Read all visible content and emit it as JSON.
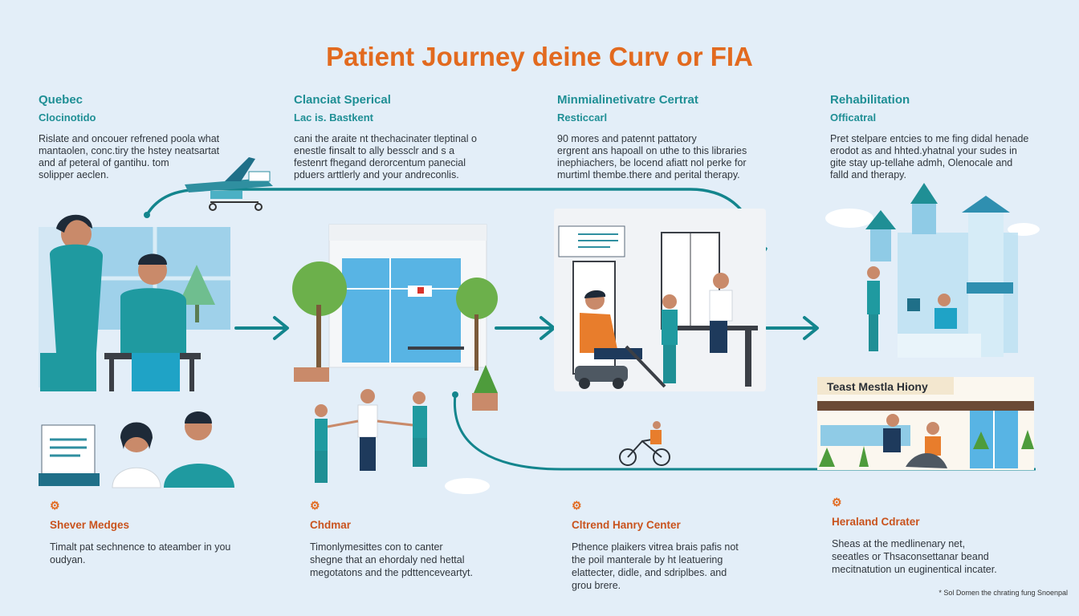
{
  "title": "Patient Journey deine Curv or FIA",
  "stages": [
    {
      "title": "Quebec",
      "subtitle": "Clocinotido",
      "description": "Rislate and oncouer refrened poola what\nmantaolen, conc.tiry the hstey neatsartat\nand af peteral of gantihu. tom\nsolipper aeclen."
    },
    {
      "title": "Clanciat Sperical",
      "subtitle": "Lac is. Bastkent",
      "description": "cani the araite nt thechacinater tleptinal o\nenestle finsalt to ally bessclr and s a\nfestenrt fhegand derorcentum panecial\npduers arttlerly and your andreconlis."
    },
    {
      "title": "Minmialinetivatre Certrat",
      "subtitle": "Resticcarl",
      "description": "90 mores and patennt pattatory\nergrent ans hapoall on uthe to this libraries\ninephiachers, be locend afiatt nol perke for\nmurtiml thembe.there and perital therapy."
    },
    {
      "title": "Rehabilitation",
      "subtitle": "Officatral",
      "description": "Pret stelpare entcies to me fing didal henade\nerodot as and hhted.yhatnal your sudes in\ngite stay up-tellahe admh, Olenocale and\nfalld and therapy."
    }
  ],
  "bottom": [
    {
      "title": "Shever Medges",
      "description": "Timalt pat sechnence to ateamber in you\noudyan."
    },
    {
      "title": "Chdmar",
      "description": "Timonlymesittes con to canter\nshegne that an ehordaly ned hettal\nmegotatons and the pdttenceveartyt."
    },
    {
      "title": "Cltrend Hanry Center",
      "description": "Pthence plaikers vitrea brais pafis not\nthe poil manterale by ht leatuering\nelattecter, didle, and sdriplbes. and\ngrou brere."
    },
    {
      "title": "Heraland Cdrater",
      "description": "Sheas at the medlinenary net,\nseeatles or Thsaconsettanar beand\nmecitnatution un euginentical incater."
    }
  ],
  "panel_label": "Teast Mestla Hiony",
  "footnote": "* Sol Domen the chrating fung Snoenpal",
  "colors": {
    "accent": "#e26a1f",
    "teal": "#1f8f95",
    "background": "#e3eef8",
    "path": "#13858d"
  }
}
